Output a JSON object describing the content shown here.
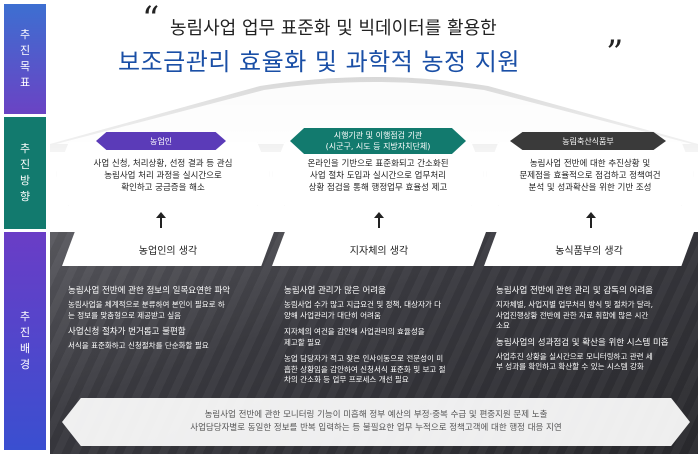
{
  "sidebar": {
    "goal": [
      "추",
      "진",
      "목",
      "표"
    ],
    "direction": [
      "추",
      "진",
      "방",
      "향"
    ],
    "background": [
      "추",
      "진",
      "배",
      "경"
    ]
  },
  "header": {
    "quote_open": "“",
    "quote_close": "”",
    "line1": "농림사업 업무 표준화 및 빅데이터를 활용한",
    "line2": "보조금관리 효율화 및 과학적 농정 지원"
  },
  "directions": [
    {
      "tag": [
        "농업인"
      ],
      "tag_color": "#5b3bb8",
      "text": [
        "사업 신청, 처리상황, 선정 결과 등 관심",
        "농림사업 처리 과정을 실시간으로",
        "확인하고 궁금증을 해소"
      ]
    },
    {
      "tag": [
        "시행기관 및 이행점검 기관",
        "(시군구, 시도 등 지방자치단체)"
      ],
      "tag_color": "#127a6e",
      "text": [
        "온라인을 기반으로 표준화되고 간소화된",
        "사업 절차 도입과 실시간으로 업무처리",
        "상황 점검을 통해 행정업무 효율성 제고"
      ]
    },
    {
      "tag": [
        "농림축산식품부"
      ],
      "tag_color": "#3a3a3a",
      "text": [
        "농림사업 전반에 대한 추진상황 및",
        "문제점을 효율적으로 점검하고 정책여건",
        "분석 및 성과확산을 위한 기반 조성"
      ]
    }
  ],
  "perspectives": [
    "농업인의 생각",
    "지자체의 생각",
    "농식품부의 생각"
  ],
  "columns": [
    {
      "items": [
        {
          "h": "농림사업 전반에 관한 정보의 일목요연한 파악",
          "t": [
            "농림사업을 체계적으로 분류하여 본인이 필요로 하",
            "는 정보를 맞춤형으로 제공받고 싶음"
          ]
        },
        {
          "h": "사업신청 절차가 번거롭고 불편함",
          "t": [
            "서식을 표준화하고 신청절차를 단순화할 필요"
          ]
        }
      ]
    },
    {
      "items": [
        {
          "h": "농림사업 관리가 많은 어려움",
          "t": [
            "농림사업 수가 많고 지급요건 및 정책, 대상자가 다",
            "양해 사업관리가 대단히 어려움"
          ]
        },
        {
          "h": "",
          "t": [
            "지자체의 여건을 감안해 사업관리의 효율성을",
            "제고할 필요"
          ]
        },
        {
          "h": "",
          "t": [
            "농업 담당자가 적고 잦은 인사이동으로 전문성이 미",
            "흡한 상황임을 감안하여 신청서식 표준화 및 보고 절",
            "차의 간소화 등 업무 프로세스 개선 필요"
          ]
        }
      ]
    },
    {
      "items": [
        {
          "h": "농림사업 전반에 관한 관리 및 감독의 어려움",
          "t": [
            "지자체별, 사업지별 업무처리 방식 및 절차가 달라,",
            "사업진행상황 전반에 관한 자료 취합에 많은 시간",
            "소요"
          ]
        },
        {
          "h": "농림사업의 성과점검 및 확산을 위한 시스템 미흡",
          "t": [
            "사업추진 상황을 실시간으로 모니터링하고 관련 세",
            "부 성과를 확인하고 확산할 수 있는 시스템 강화"
          ]
        }
      ]
    }
  ],
  "bottom": [
    "농림사업 전반에 관한 모니터링 기능이 미흡해 정부 예산의 부정·중복 수급 및 편중지원 문제 노출",
    "사업담당자별로 동일한 정보를 반복 입력하는 등 불필요한 업무 누적으로 정책고객에 대한 행정 대응 지연"
  ]
}
